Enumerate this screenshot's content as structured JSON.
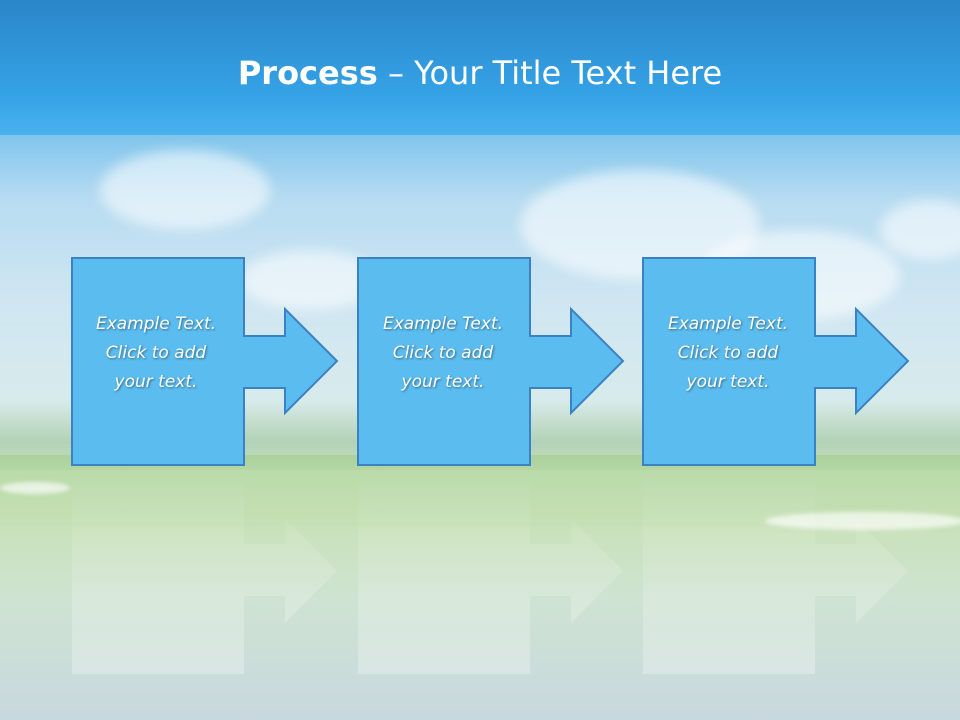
{
  "title": {
    "bold": "Process",
    "rest": " – Your Title Text Here"
  },
  "steps": [
    {
      "lines": [
        "Example Text.",
        "Click  to add",
        "your text."
      ]
    },
    {
      "lines": [
        "Example Text.",
        "Click  to add",
        "your text."
      ]
    },
    {
      "lines": [
        "Example Text.",
        "Click  to add",
        "your text."
      ]
    }
  ],
  "colors": {
    "step_fill": "#5bbcf0",
    "step_border": "#3b82c4",
    "text": "#ffffff",
    "title_band": "#35a2e6"
  }
}
